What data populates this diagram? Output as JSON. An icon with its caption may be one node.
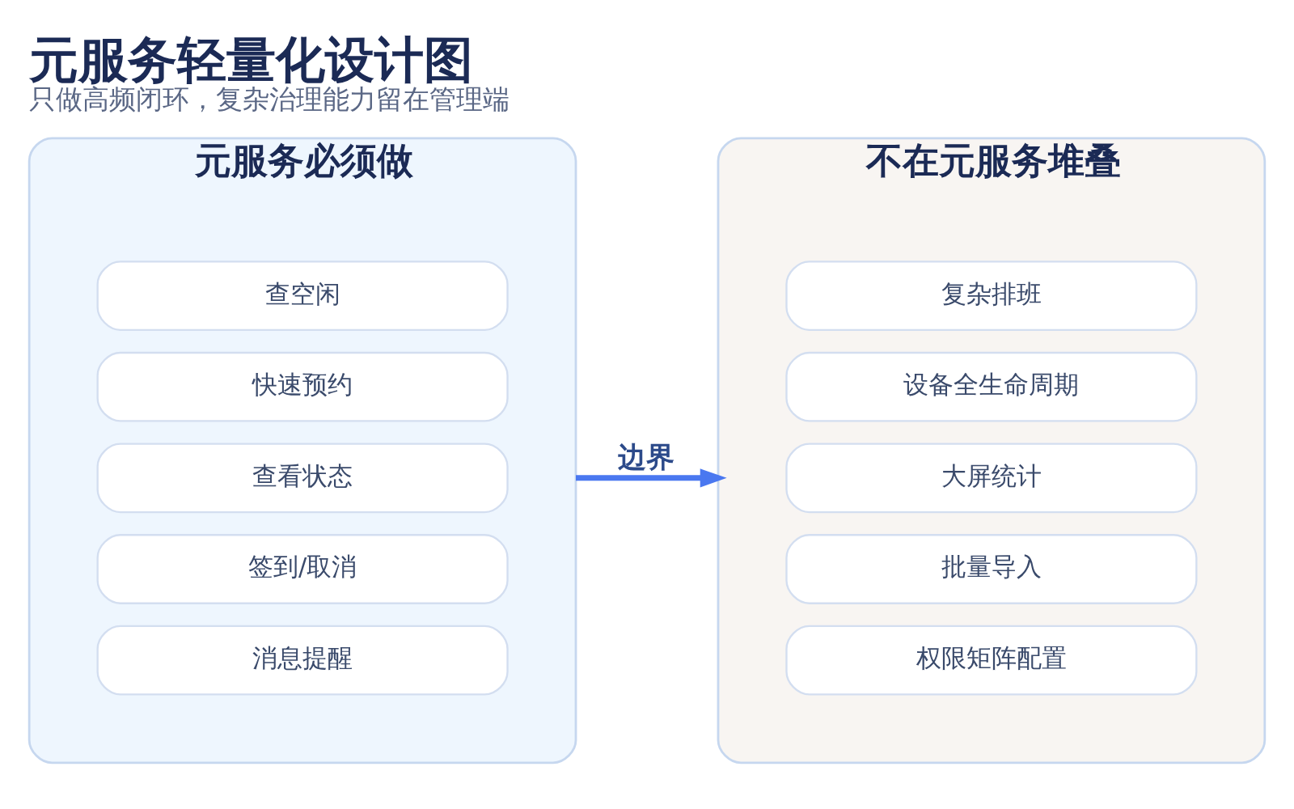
{
  "diagram": {
    "title": "元服务轻量化设计图",
    "caption": "只做高频闭环，复杂治理能力留在管理端",
    "nodes": [
      {
        "text": [
          "元服务必须做"
        ]
      },
      {
        "text": [
          "查空闲"
        ],
        "in": 0
      },
      {
        "text": [
          "快速预约"
        ],
        "in": 0
      },
      {
        "text": [
          "查看状态"
        ],
        "in": 0
      },
      {
        "text": [
          "签到/取消"
        ],
        "in": 0
      },
      {
        "text": [
          "消息提醒"
        ],
        "in": 0
      },
      {
        "text": [
          "不在元服务堆叠"
        ]
      },
      {
        "text": [
          "复杂排班"
        ],
        "in": 6
      },
      {
        "text": [
          "设备全生命周期"
        ],
        "in": 6
      },
      {
        "text": [
          "大屏统计"
        ],
        "in": 6
      },
      {
        "text": [
          "批量导入"
        ],
        "in": 6
      },
      {
        "text": [
          "权限矩阵配置"
        ],
        "in": 6
      }
    ],
    "edges": [
      {
        "from": 0,
        "to": 6,
        "label": "边界",
        "arrow": "to",
        "color": "#4a78f0"
      }
    ]
  }
}
